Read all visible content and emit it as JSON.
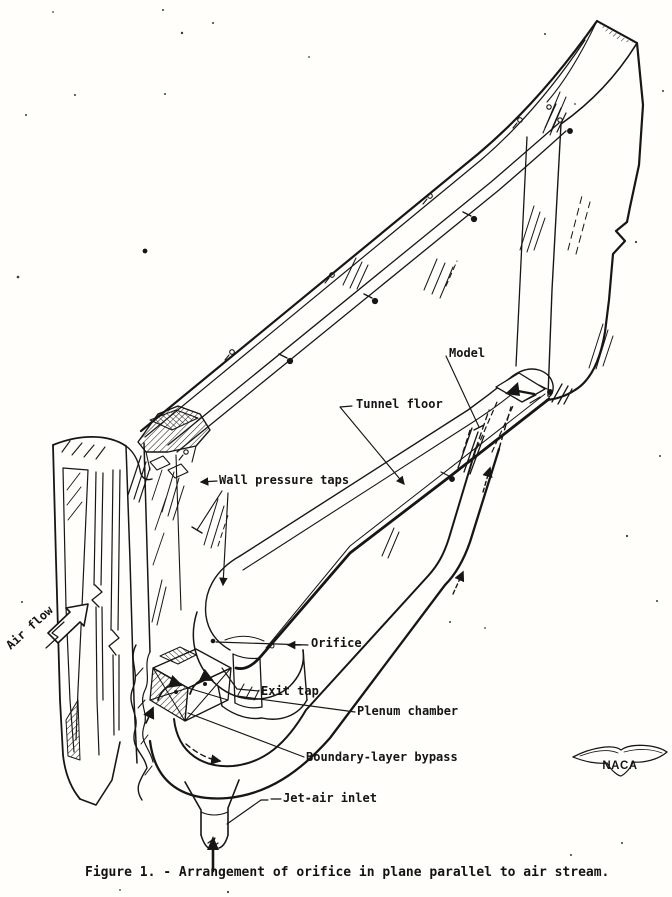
{
  "figure": {
    "caption": "Figure 1. - Arrangement of orifice in plane parallel to air stream.",
    "labels": {
      "air_flow": "Air flow",
      "wall_pressure_taps": "Wall pressure taps",
      "tunnel_floor": "Tunnel floor",
      "model": "Model",
      "orifice": "Orifice",
      "exit_tap": "Exit tap",
      "plenum_chamber": "Plenum chamber",
      "boundary_layer_bypass": "Boundary-layer bypass",
      "jet_air_inlet": "Jet-air inlet"
    },
    "logo_text": "NACA",
    "colors": {
      "ink": "#161616",
      "paper": "#fffefb"
    }
  }
}
